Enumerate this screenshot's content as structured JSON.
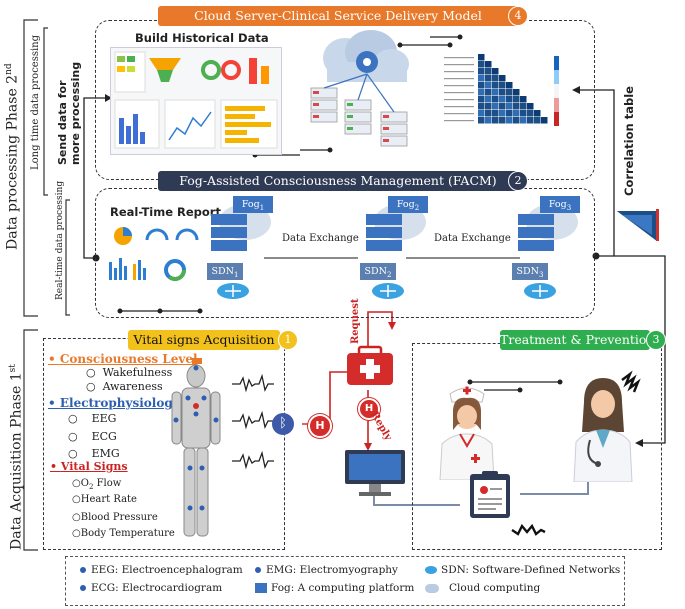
{
  "phase2": {
    "label": "Data  processing Phase 2",
    "sup": "nd",
    "long_time": "Long time data processing",
    "real_time": "Real-time data processing",
    "send_data": "Send data for",
    "send_data2": "more processing"
  },
  "phase1": {
    "label": "Data  Acquisition Phase 1",
    "sup": "st"
  },
  "cloud": {
    "title": "Cloud Server-Clinical Service Delivery Model",
    "num": "4",
    "build": "Build Historical Data",
    "correlation": "Correlation table"
  },
  "facm": {
    "title": "Fog-Assisted Consciousness Management (FACM)",
    "num": "2",
    "realtime_report": "Real-Time Report",
    "fog1": "Fog",
    "fog1_sub": "1",
    "fog2": "Fog",
    "fog2_sub": "2",
    "fog3": "Fog",
    "fog3_sub": "3",
    "sdn1": "SDN",
    "sdn1_sub": "1",
    "sdn2": "SDN",
    "sdn2_sub": "2",
    "sdn3": "SDN",
    "sdn3_sub": "3",
    "exchange1": "Data Exchange",
    "exchange2": "Data Exchange"
  },
  "vital": {
    "title": "Vital signs Acquisition",
    "num": "1",
    "consciousness": "Consciousness Level",
    "wakefulness": "Wakefulness",
    "awareness": "Awareness",
    "electro": "Electrophysiology",
    "eeg": "EEG",
    "ecg": "ECG",
    "emg": "EMG",
    "vital_signs": "Vital Signs",
    "o2": "O",
    "o2_sub": "2",
    "o2_rest": " Flow",
    "heart": "Heart Rate",
    "bp": "Blood Pressure",
    "temp": "Body Temperature"
  },
  "treatment": {
    "title": "Treatment & Prevention",
    "num": "3"
  },
  "medkit": {
    "request": "Request",
    "reply": "Reply",
    "h": "H"
  },
  "legend": {
    "eeg": "EEG: Electroencephalogram",
    "ecg": "ECG: Electrocardiogram",
    "emg": "EMG: Electromyography",
    "fog": "Fog: A computing platform",
    "sdn": "SDN: Software-Defined Networks",
    "cloud": "Cloud computing"
  },
  "colors": {
    "orange": "#e8792b",
    "navy": "#2f3a55",
    "yellow": "#f2c11c",
    "green": "#2fae4f",
    "red": "#d42b2b",
    "blue": "#2d5fb0"
  }
}
